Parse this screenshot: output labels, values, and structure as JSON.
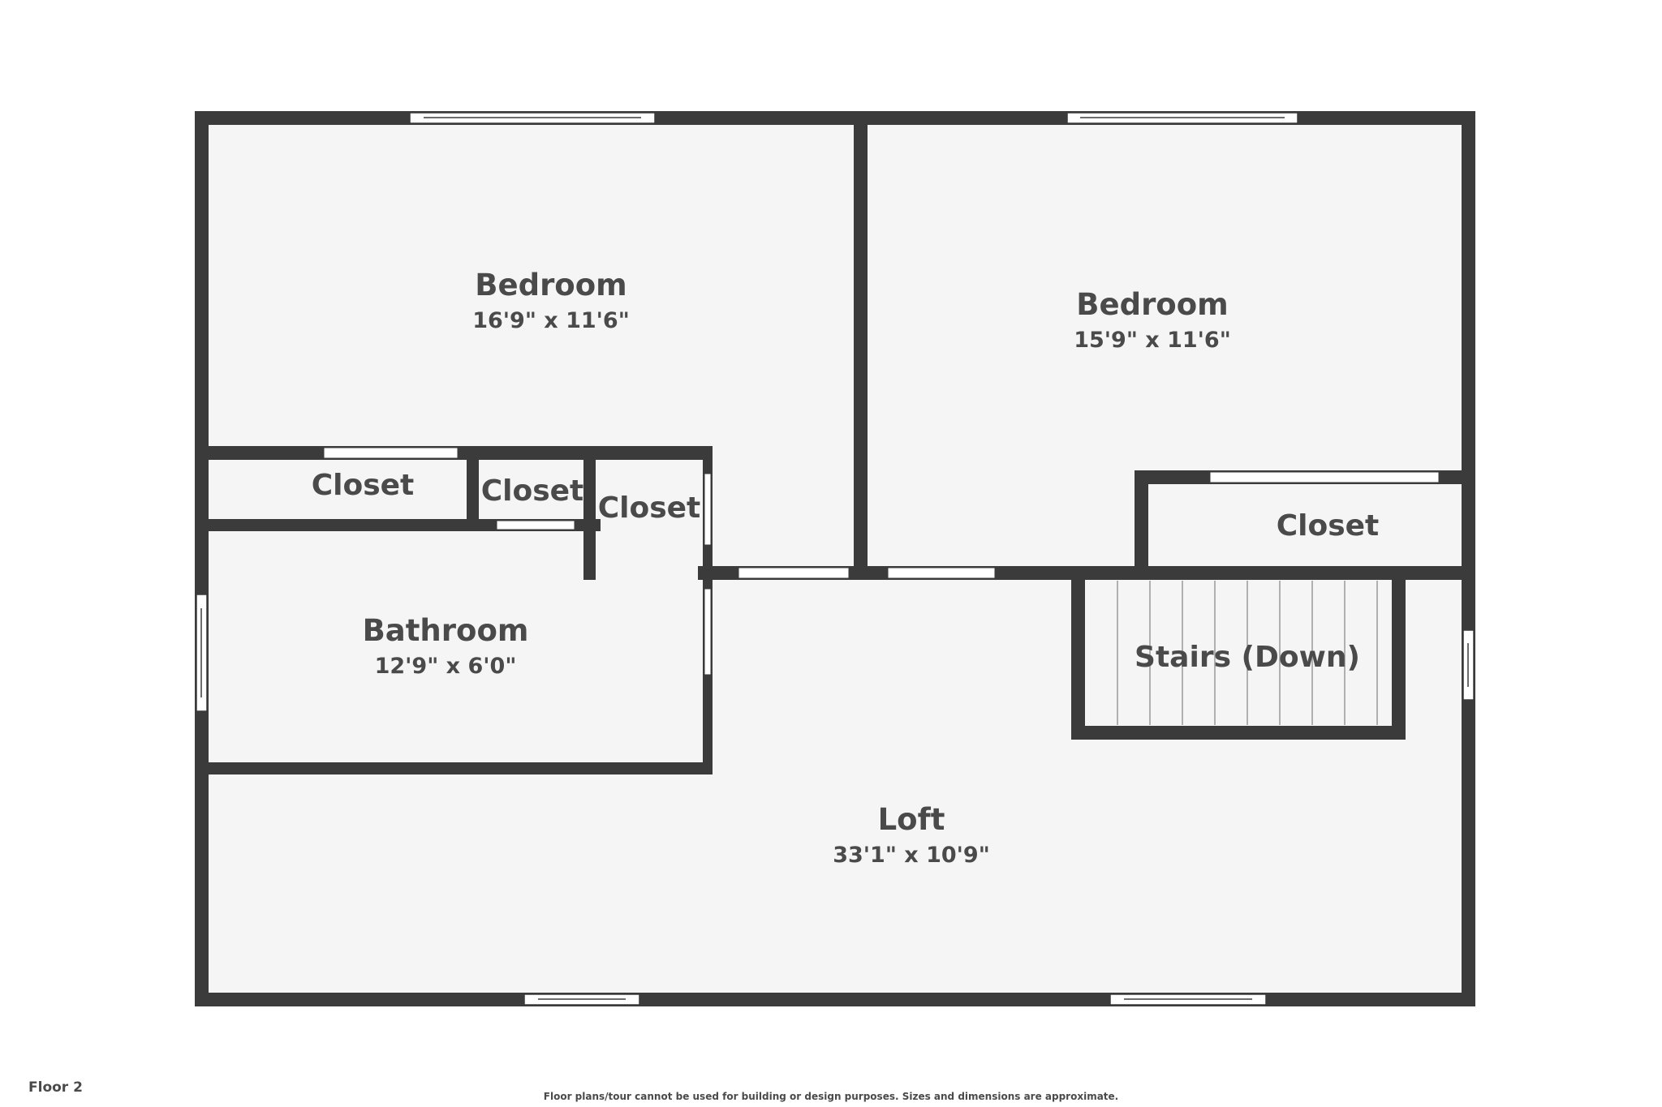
{
  "floor_label": "Floor 2",
  "disclaimer": "Floor plans/tour cannot be used for building or design purposes. Sizes and dimensions are approximate.",
  "colors": {
    "wall": "#3b3b3b",
    "floor": "#f5f5f5",
    "text": "#4a4a4a",
    "background": "#ffffff"
  },
  "rooms": {
    "bedroom_left": {
      "name": "Bedroom",
      "dimensions": "16'9\" x 11'6\""
    },
    "bedroom_right": {
      "name": "Bedroom",
      "dimensions": "15'9\" x 11'6\""
    },
    "closet_1": {
      "name": "Closet"
    },
    "closet_2": {
      "name": "Closet"
    },
    "closet_3": {
      "name": "Closet"
    },
    "closet_4": {
      "name": "Closet"
    },
    "bathroom": {
      "name": "Bathroom",
      "dimensions": "12'9\" x 6'0\""
    },
    "stairs": {
      "name": "Stairs (Down)"
    },
    "loft": {
      "name": "Loft",
      "dimensions": "33'1\" x 10'9\""
    }
  }
}
